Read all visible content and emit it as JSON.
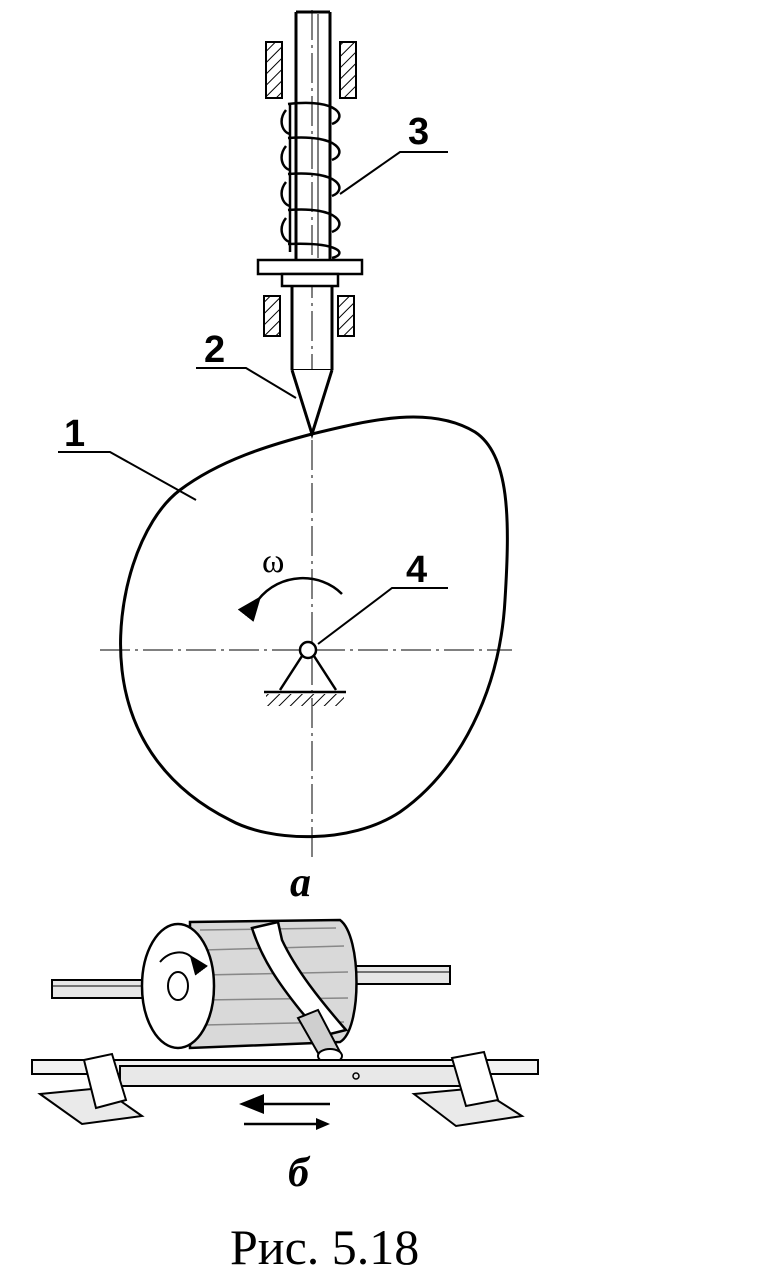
{
  "figure": {
    "caption": "Рис. 5.18",
    "sub_a": "a",
    "sub_b": "б"
  },
  "part_labels": {
    "cam": "1",
    "follower_tip": "2",
    "spring": "3",
    "pivot": "4"
  },
  "symbols": {
    "angular_velocity": "ω"
  }
}
